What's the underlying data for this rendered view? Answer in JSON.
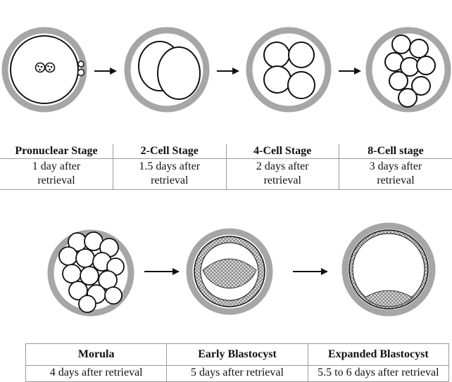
{
  "stages_top": [
    {
      "name": "Pronuclear Stage",
      "time": "1 day after retrieval"
    },
    {
      "name": "2-Cell Stage",
      "time": "1.5 days after retrieval"
    },
    {
      "name": "4-Cell Stage",
      "time": "2 days after retrieval"
    },
    {
      "name": "8-Cell stage",
      "time": "3 days after retrieval"
    }
  ],
  "stages_bottom": [
    {
      "name": "Morula",
      "time": "4 days after retrieval"
    },
    {
      "name": "Early Blastocyst",
      "time": "5 days after retrieval"
    },
    {
      "name": "Expanded Blastocyst",
      "time": "5.5 to 6 days after retrieval"
    }
  ],
  "colors": {
    "zona": "#a6a6a6",
    "line": "#111111",
    "mesh": "#9e9e9e"
  }
}
